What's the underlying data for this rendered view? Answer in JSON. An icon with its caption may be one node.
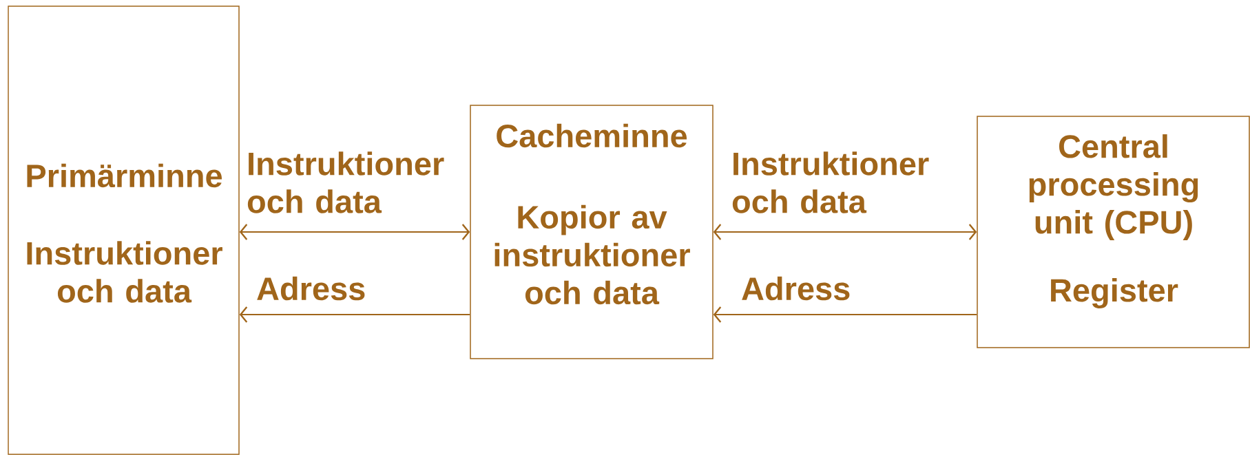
{
  "diagram": {
    "nodes": [
      {
        "text": [
          "Primärminne",
          "Instruktioner och data"
        ]
      },
      {
        "text": [
          "Cacheminne",
          "Kopior av instruktioner och data"
        ]
      },
      {
        "text": [
          "Central processing unit (CPU)",
          "Register"
        ]
      }
    ],
    "edges": [
      {
        "from": 0,
        "to": 1,
        "arrow": "both",
        "label": "Instruktioner och data"
      },
      {
        "from": 1,
        "to": 0,
        "arrow": "to",
        "label": "Adress"
      },
      {
        "from": 1,
        "to": 2,
        "arrow": "both",
        "label": "Instruktioner och data"
      },
      {
        "from": 2,
        "to": 1,
        "arrow": "to",
        "label": "Adress"
      }
    ]
  }
}
